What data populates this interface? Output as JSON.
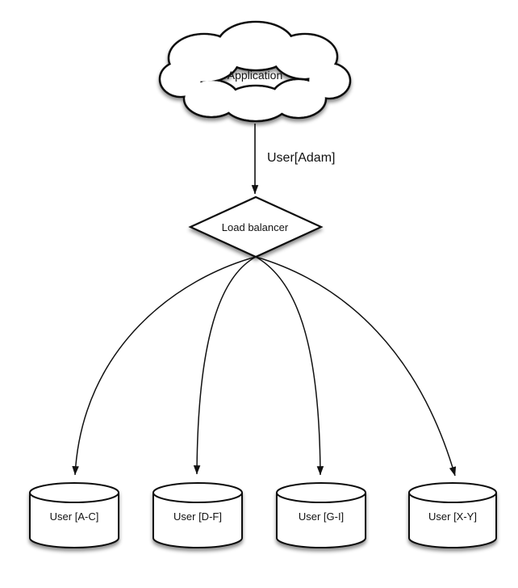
{
  "diagram": {
    "application": {
      "label": "Application",
      "shape": "cloud"
    },
    "edge_app_to_lb": {
      "label": "User[Adam]"
    },
    "load_balancer": {
      "label": "Load balancer",
      "shape": "diamond"
    },
    "databases": [
      {
        "label": "User [A-C]",
        "shape": "cylinder"
      },
      {
        "label": "User [D-F]",
        "shape": "cylinder"
      },
      {
        "label": "User [G-I]",
        "shape": "cylinder"
      },
      {
        "label": "User [X-Y]",
        "shape": "cylinder"
      }
    ],
    "colors": {
      "stroke": "#111111",
      "shape_fill": "#ffffff",
      "background": "#ffffff",
      "shadow": "rgba(0,0,0,0.45)"
    }
  }
}
